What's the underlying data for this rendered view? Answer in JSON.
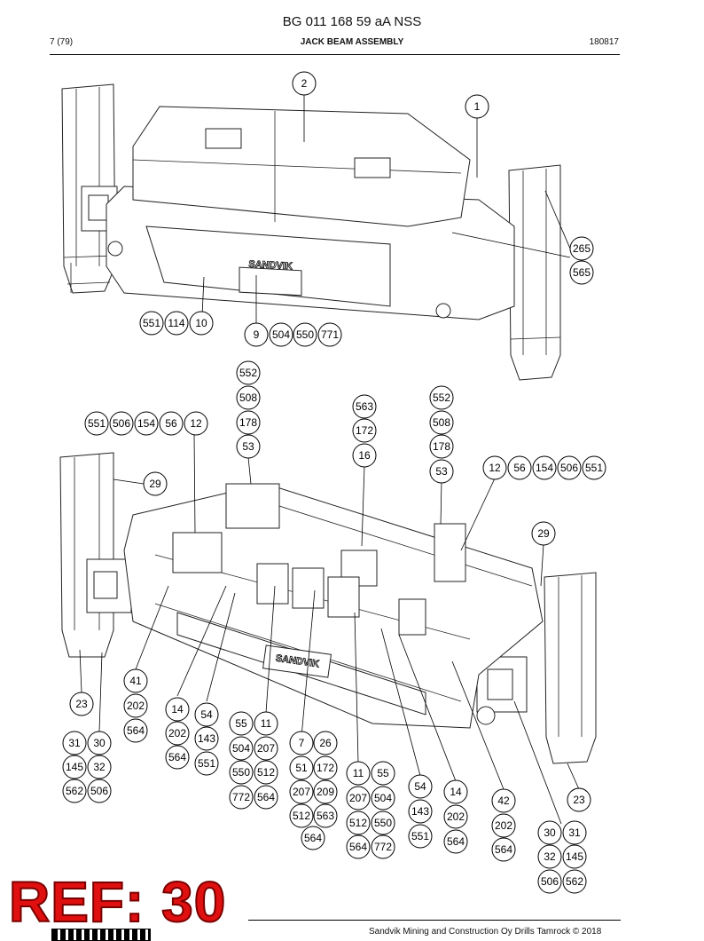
{
  "header": {
    "doc_number": "BG 011 168 59 aA NSS",
    "page": "7 (79)",
    "section_title": "JACK BEAM ASSEMBLY",
    "code": "180817"
  },
  "ref_stamp": "REF: 30",
  "footer": {
    "copyright": "Sandvik Mining and Construction Oy Drills Tamrock © 2018"
  },
  "brand_plate": "SANDVIK",
  "callouts_top": [
    "2",
    "1",
    "265",
    "565",
    "551",
    "114",
    "10",
    "9",
    "504",
    "550",
    "771"
  ],
  "callouts_bottom": [
    "552",
    "508",
    "178",
    "53",
    "563",
    "172",
    "16",
    "552",
    "508",
    "178",
    "53",
    "551",
    "506",
    "154",
    "56",
    "12",
    "12",
    "56",
    "154",
    "506",
    "551",
    "29",
    "29",
    "41",
    "202",
    "564",
    "23",
    "14",
    "202",
    "564",
    "54",
    "143",
    "551",
    "55",
    "11",
    "504",
    "207",
    "550",
    "512",
    "772",
    "564",
    "7",
    "26",
    "51",
    "172",
    "207",
    "209",
    "512",
    "563",
    "564",
    "11",
    "55",
    "207",
    "504",
    "512",
    "550",
    "564",
    "772",
    "54",
    "143",
    "551",
    "14",
    "202",
    "564",
    "42",
    "202",
    "564",
    "23",
    "31",
    "30",
    "145",
    "32",
    "562",
    "506",
    "30",
    "31",
    "32",
    "145",
    "506",
    "562"
  ]
}
